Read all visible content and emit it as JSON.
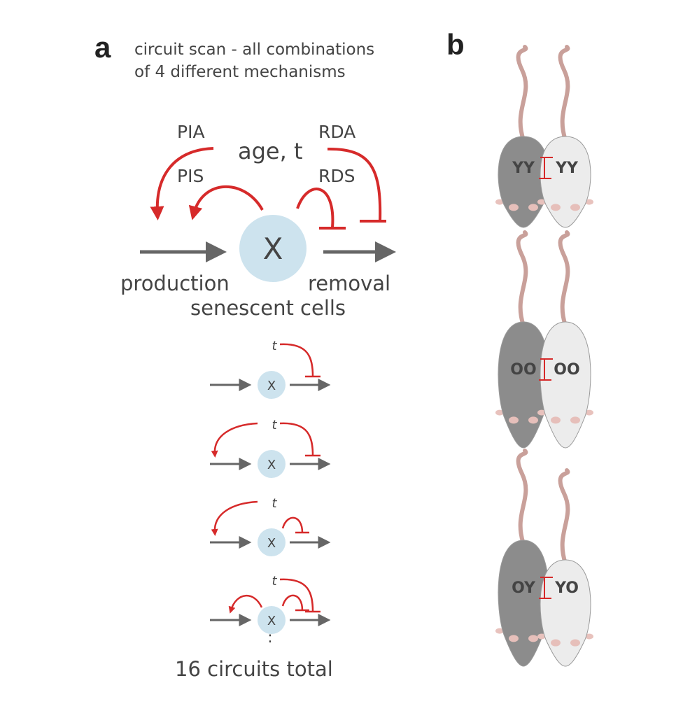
{
  "panel_a": {
    "label": "a",
    "title_line1": "circuit scan - all combinations",
    "title_line2": "of 4 different mechanisms",
    "main_circuit": {
      "pia": "PIA",
      "pis": "PIS",
      "rda": "RDA",
      "rds": "RDS",
      "age": "age, t",
      "node": "X",
      "production": "production",
      "removal": "removal",
      "node_caption": "senescent cells"
    },
    "small_circuits": [
      {
        "t": "t",
        "node": "X"
      },
      {
        "t": "t",
        "node": "X"
      },
      {
        "t": "t",
        "node": "X"
      },
      {
        "t": "t",
        "node": "X"
      }
    ],
    "ellipsis": ":",
    "footer": "16 circuits total"
  },
  "panel_b": {
    "label": "b",
    "pairs": [
      {
        "left": "YY",
        "right": "YY"
      },
      {
        "left": "OO",
        "right": "OO"
      },
      {
        "left": "OY",
        "right": "YO"
      }
    ]
  },
  "colors": {
    "red": "#d62a2a",
    "node": "#cde3ee",
    "arrow": "#666666",
    "dark_mouse": "#8c8c8c",
    "light_mouse": "#ececec",
    "tail": "#c9a09a"
  }
}
